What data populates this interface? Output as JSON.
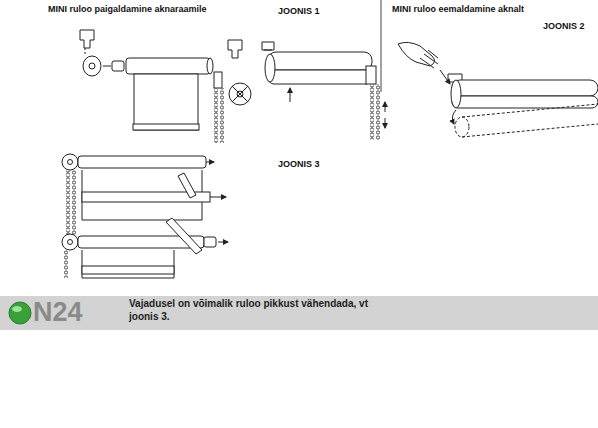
{
  "diagram": {
    "nodes": [
      {
        "text": [
          "Vajadusel on võimalik ruloo pikkust vähendada, vt joonis 3."
        ]
      }
    ],
    "labels": [
      "MINI ruloo paigaldamine aknaraamile",
      "JOONIS 1",
      "MINI ruloo eemaldamine aknalt",
      "JOONIS 2",
      "JOONIS 3",
      "N24"
    ]
  }
}
